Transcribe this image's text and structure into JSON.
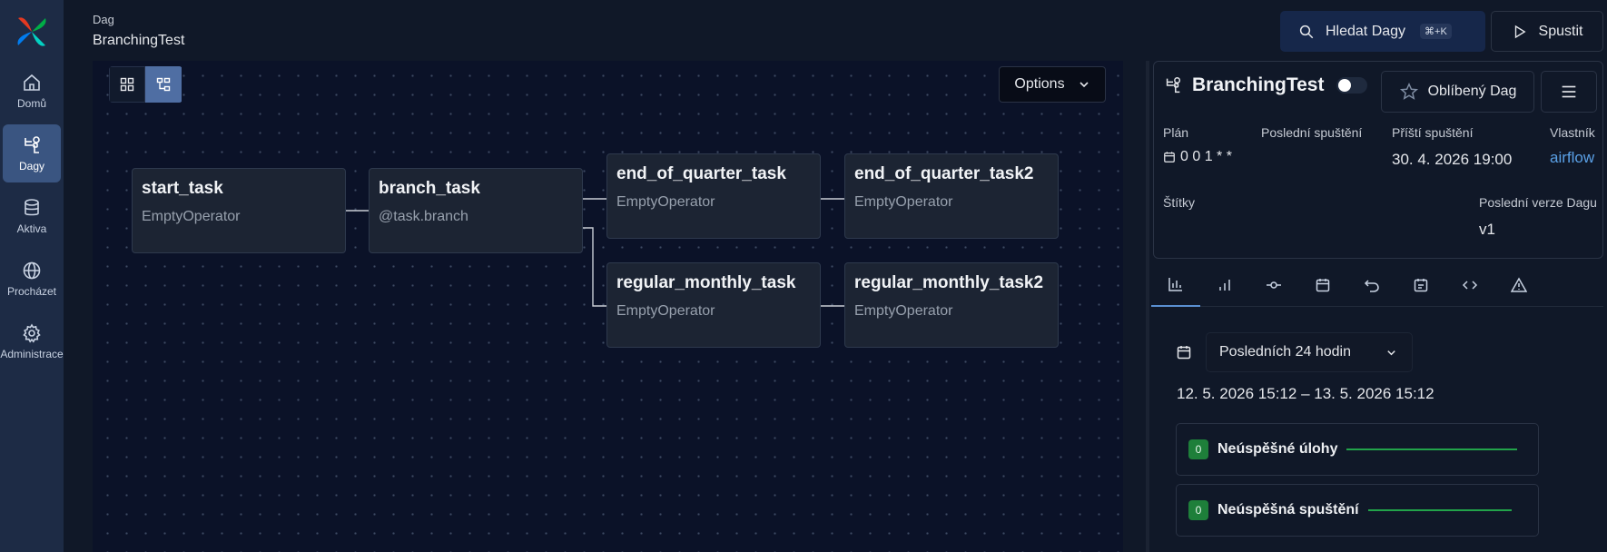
{
  "nav": {
    "items": [
      {
        "label": "Domů",
        "icon": "home-icon"
      },
      {
        "label": "Dagy",
        "icon": "dags-icon",
        "active": true
      },
      {
        "label": "Aktiva",
        "icon": "database-icon"
      },
      {
        "label": "Procházet",
        "icon": "globe-icon"
      },
      {
        "label": "Administrace",
        "icon": "gear-icon"
      }
    ]
  },
  "header": {
    "breadcrumb": "Dag",
    "title": "BranchingTest",
    "search_label": "Hledat Dagy",
    "search_shortcut": "⌘+K",
    "run_label": "Spustit"
  },
  "graph": {
    "options_label": "Options",
    "nodes": [
      {
        "name": "start_task",
        "operator": "EmptyOperator"
      },
      {
        "name": "branch_task",
        "operator": "@task.branch"
      },
      {
        "name": "end_of_quarter_task",
        "operator": "EmptyOperator"
      },
      {
        "name": "end_of_quarter_task2",
        "operator": "EmptyOperator"
      },
      {
        "name": "regular_monthly_task",
        "operator": "EmptyOperator"
      },
      {
        "name": "regular_monthly_task2",
        "operator": "EmptyOperator"
      }
    ],
    "edges": [
      [
        "start_task",
        "branch_task"
      ],
      [
        "branch_task",
        "end_of_quarter_task"
      ],
      [
        "branch_task",
        "regular_monthly_task"
      ],
      [
        "end_of_quarter_task",
        "end_of_quarter_task2"
      ],
      [
        "regular_monthly_task",
        "regular_monthly_task2"
      ]
    ]
  },
  "details": {
    "dag_name": "BranchingTest",
    "paused_toggle": false,
    "favorite_label": "Oblíbený Dag",
    "schedule_label": "Plán",
    "schedule_value": "0 0 1 * *",
    "last_run_label": "Poslední spuštění",
    "next_run_label": "Příští spuštění",
    "next_run_value": "30. 4. 2026 19:00",
    "owner_label": "Vlastník",
    "owner_value": "airflow",
    "tags_label": "Štítky",
    "latest_version_label": "Poslední verze Dagu",
    "latest_version_value": "v1"
  },
  "tabs": [
    {
      "icon": "bar-chart-icon",
      "active": true
    },
    {
      "icon": "gantt-chart-icon"
    },
    {
      "icon": "commit-icon"
    },
    {
      "icon": "calendar-icon"
    },
    {
      "icon": "undo-icon"
    },
    {
      "icon": "calendar-check-icon"
    },
    {
      "icon": "code-icon"
    },
    {
      "icon": "warning-icon"
    }
  ],
  "overview": {
    "range_label": "Posledních 24 hodin",
    "range_text": "12. 5. 2026 15:12 – 13. 5. 2026 15:12",
    "stats": [
      {
        "count": "0",
        "label": "Neúspěšné úlohy"
      },
      {
        "count": "0",
        "label": "Neúspěšná spuštění"
      }
    ]
  },
  "colors": {
    "accent": "#4f6ea3",
    "success": "#22a34a",
    "link": "#5aa0e6"
  }
}
